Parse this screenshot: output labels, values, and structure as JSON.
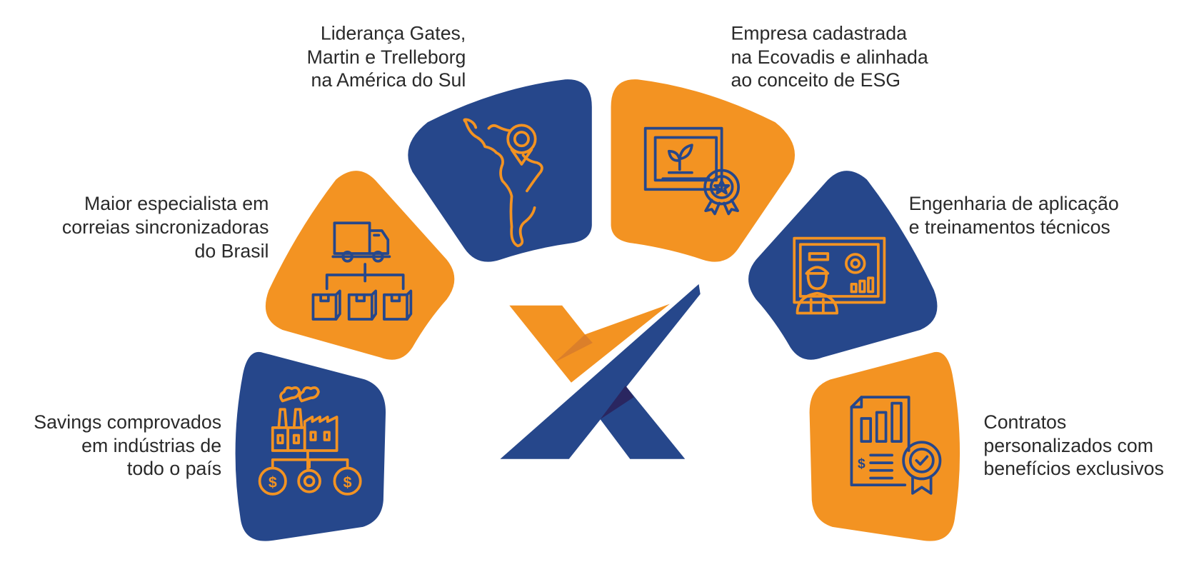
{
  "colors": {
    "blue": "#26478b",
    "orange": "#f39322",
    "logo_dark_blue": "#2a2660",
    "logo_dark_orange": "#db7f2a"
  },
  "items": [
    {
      "lines": [
        "Savings comprovados",
        "em indústrias de",
        "todo o país"
      ],
      "icon": "factory-savings-icon",
      "color": "blue"
    },
    {
      "lines": [
        "Maior especialista em",
        "correias sincronizadoras",
        "do Brasil"
      ],
      "icon": "truck-distribution-icon",
      "color": "orange"
    },
    {
      "lines": [
        "Liderança Gates,",
        "Martin e Trelleborg",
        "na América do Sul"
      ],
      "icon": "south-america-pin-icon",
      "color": "blue"
    },
    {
      "lines": [
        "Empresa cadastrada",
        "na Ecovadis e alinhada",
        "ao conceito de ESG"
      ],
      "icon": "eco-certificate-icon",
      "color": "orange"
    },
    {
      "lines": [
        "Engenharia de aplicação",
        "e treinamentos técnicos"
      ],
      "icon": "engineer-training-icon",
      "color": "blue"
    },
    {
      "lines": [
        "Contratos",
        "personalizados com",
        "benefícios exclusivos"
      ],
      "icon": "contract-badge-icon",
      "color": "orange"
    }
  ]
}
